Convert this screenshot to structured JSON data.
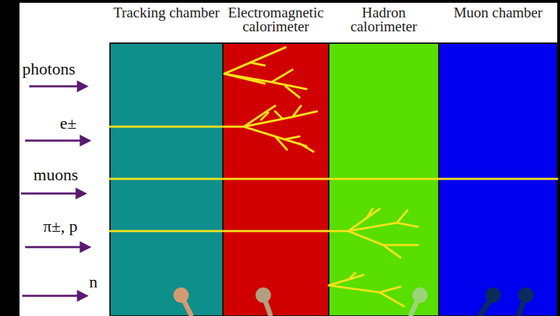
{
  "diagram": {
    "nodes": [
      {
        "text": [
          "Tracking chamber"
        ]
      },
      {
        "text": [
          "Electromagnetic calorimeter"
        ]
      },
      {
        "text": [
          "Hadron calorimeter"
        ]
      },
      {
        "text": [
          "Muon chamber"
        ]
      }
    ],
    "labels": [
      "photons",
      "e±",
      "muons",
      "π±, p",
      "n"
    ]
  }
}
